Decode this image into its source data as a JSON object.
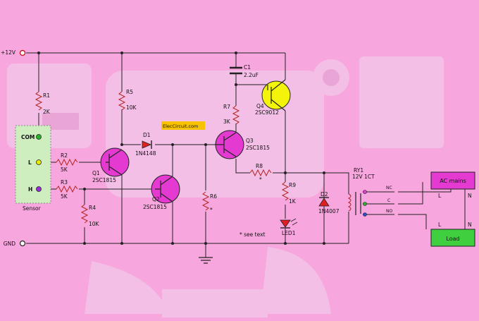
{
  "supply": {
    "vcc": "+12V",
    "gnd": "GND"
  },
  "watermark": "ElecCircuit.com",
  "sensor": {
    "com": "COM",
    "l": "L",
    "h": "H",
    "name": "Sensor"
  },
  "resistors": {
    "r1": {
      "ref": "R1",
      "value": "2K"
    },
    "r2": {
      "ref": "R2",
      "value": "5K"
    },
    "r3": {
      "ref": "R3",
      "value": "5K"
    },
    "r4": {
      "ref": "R4",
      "value": "10K"
    },
    "r5": {
      "ref": "R5",
      "value": "10K"
    },
    "r6": {
      "ref": "R6",
      "value": "*"
    },
    "r7": {
      "ref": "R7",
      "value": "3K"
    },
    "r8": {
      "ref": "R8",
      "value": "*"
    },
    "r9": {
      "ref": "R9",
      "value": "1K"
    }
  },
  "transistors": {
    "q1": {
      "ref": "Q1",
      "part": "2SC1815"
    },
    "q2": {
      "ref": "Q2",
      "part": "2SC1815"
    },
    "q3": {
      "ref": "Q3",
      "part": "2SC1815"
    },
    "q4": {
      "ref": "Q4",
      "part": "2SC9012"
    }
  },
  "diodes": {
    "d1": {
      "ref": "D1",
      "part": "1N4148"
    },
    "d2": {
      "ref": "D2",
      "part": "1N4007"
    },
    "led1": {
      "ref": "LED1"
    }
  },
  "capacitor": {
    "ref": "C1",
    "value": "2.2uF"
  },
  "relay": {
    "ref": "RY1",
    "spec": "12V 1CT",
    "nc": "NC",
    "c": "C",
    "no": "NO"
  },
  "note": "* see text",
  "ac_mains": {
    "label": "AC mains",
    "l": "L",
    "n": "N"
  },
  "load": {
    "label": "Load",
    "l": "L",
    "n": "N"
  },
  "colors": {
    "background": "#f7a6de",
    "wire": "#222222",
    "resistor": "#b3261e",
    "ac_mains_box": "#e43ad1",
    "load_box": "#3fcf3f",
    "sensor_box": "#cfeec0",
    "q4_body": "#f4f40a",
    "led": "#e02020",
    "terminal_green": "#28b428",
    "terminal_yellow": "#e8e800",
    "terminal_purple": "#9c2bd6"
  }
}
